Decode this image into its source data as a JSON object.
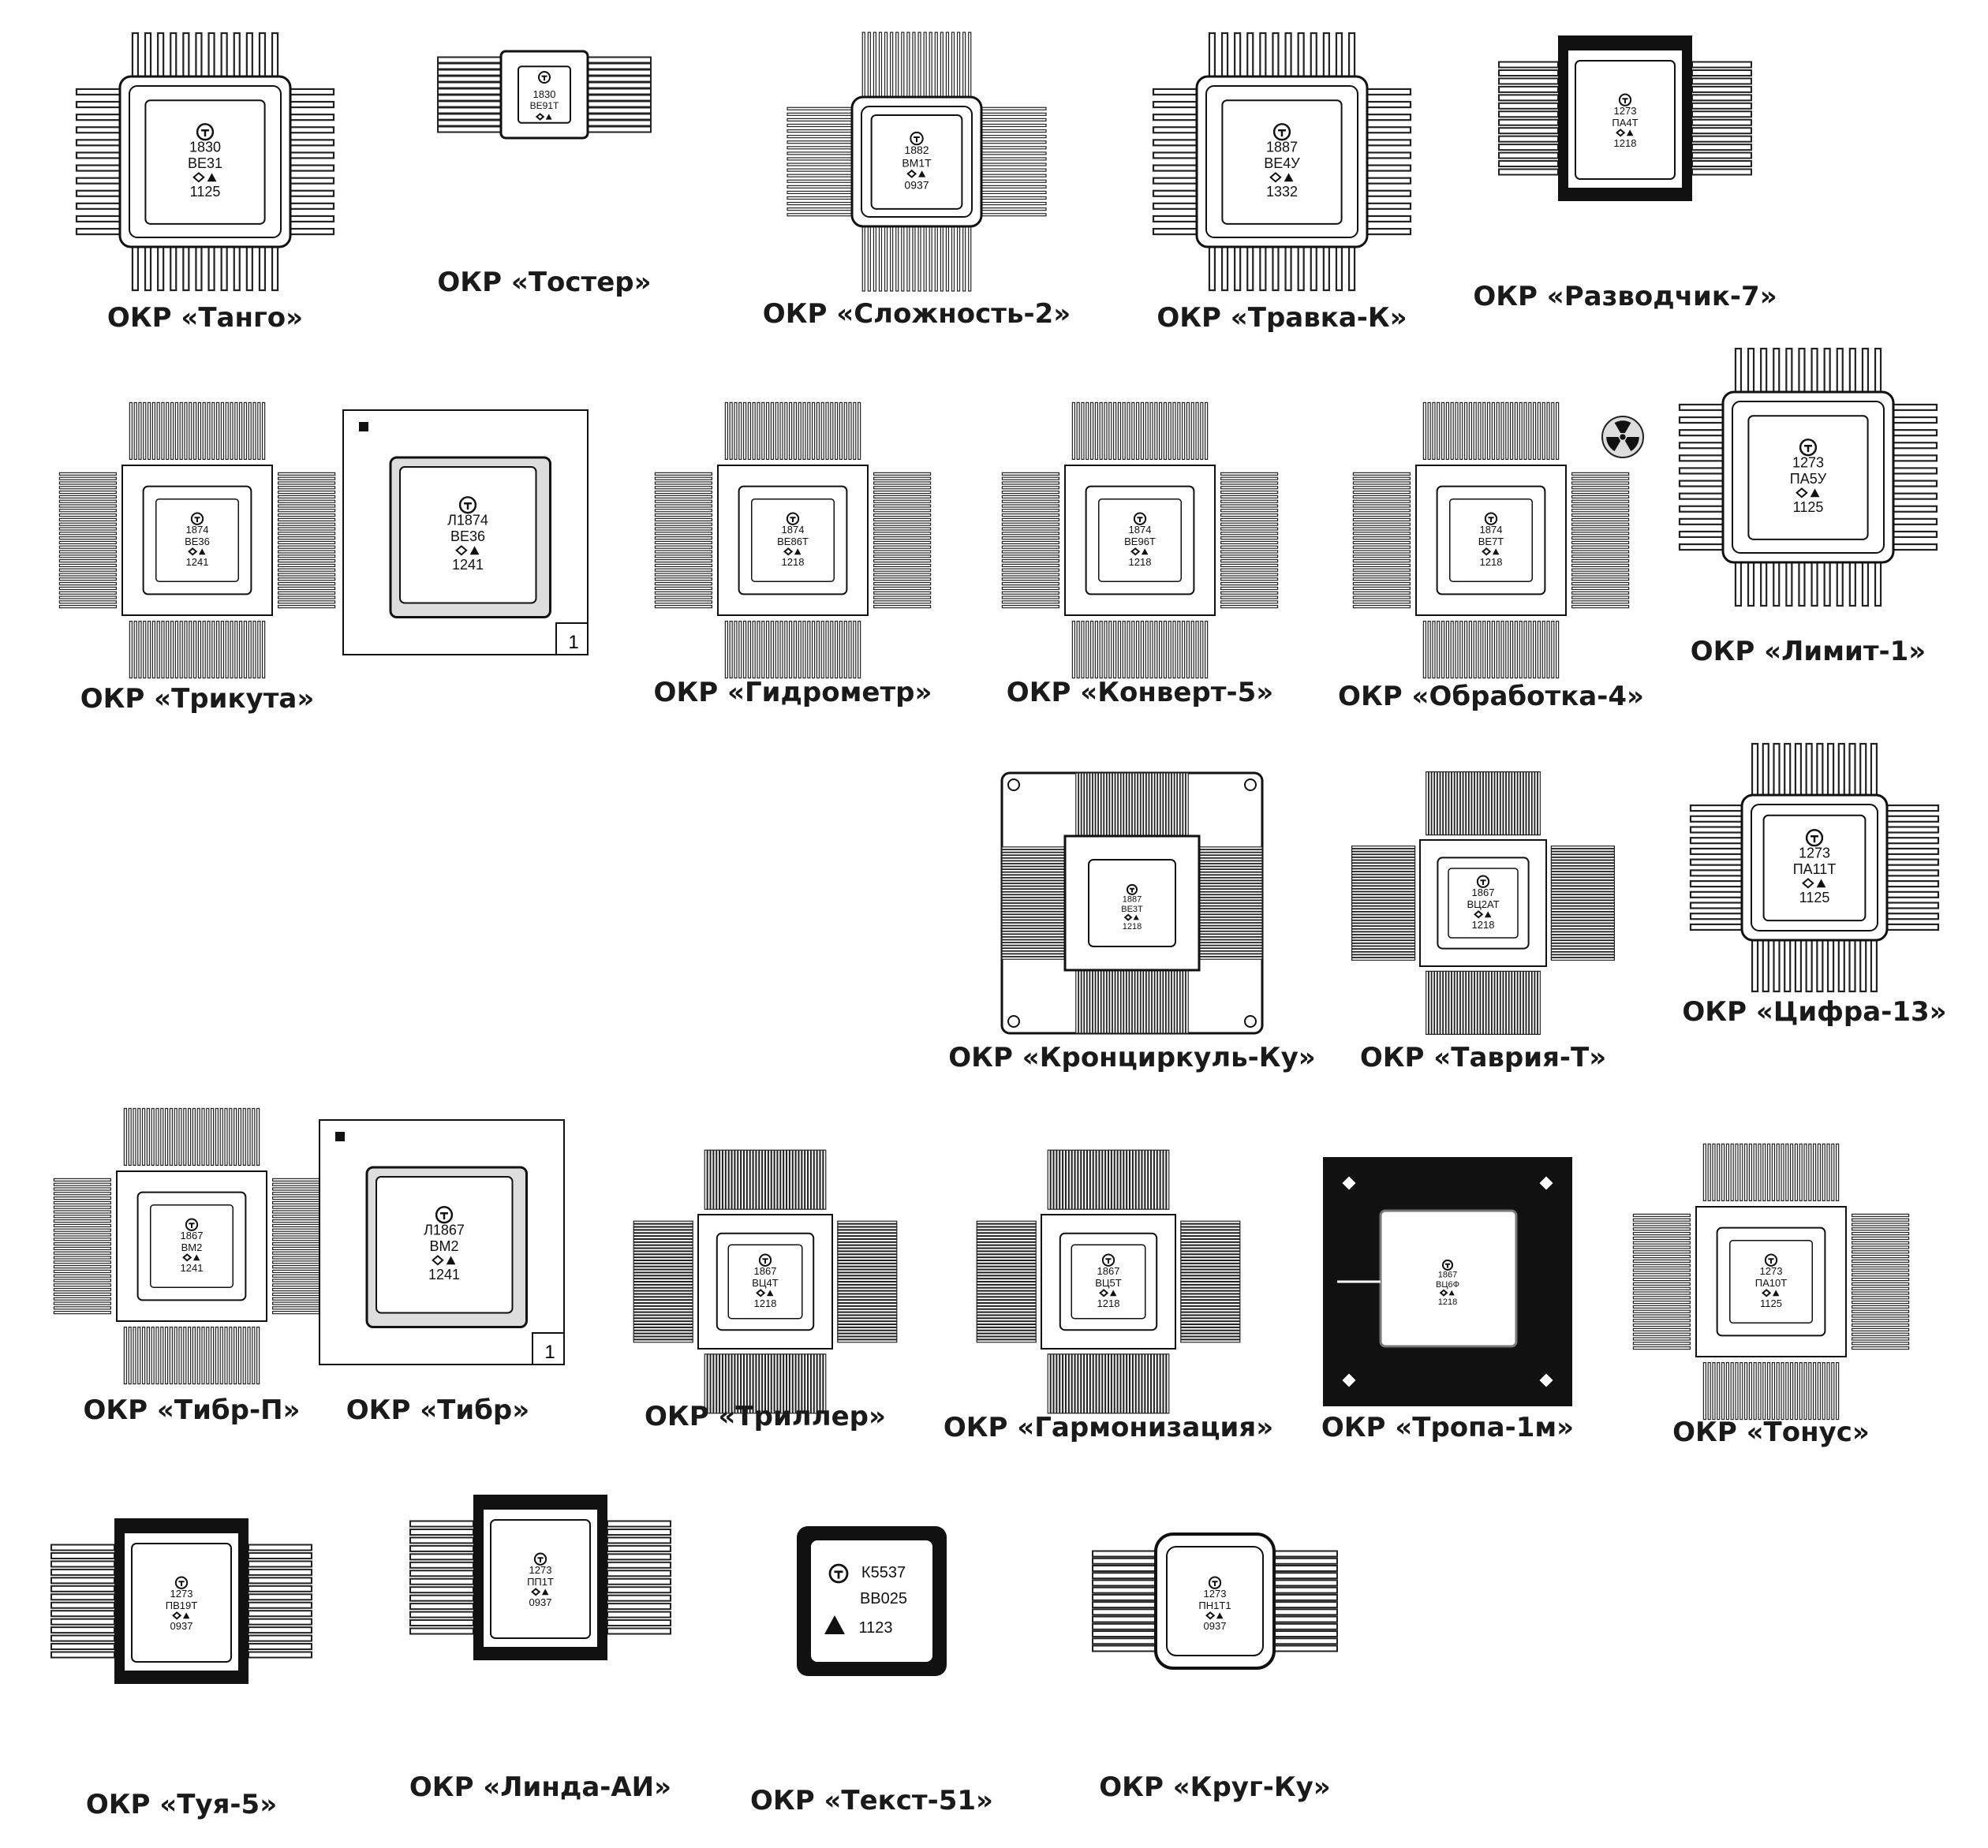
{
  "sheet": {
    "title": "",
    "background": "#ffffff",
    "ink": "#111111"
  },
  "chips": [
    {
      "id": "tango",
      "label": "ОКР «Танго»",
      "marking": [
        "1830",
        "ВЕ31",
        "1125"
      ],
      "package": "qfp-plain",
      "logo": "manufacturer-logo"
    },
    {
      "id": "toster",
      "label": "ОКР «Тостер»",
      "marking": [
        "1830",
        "ВЕ91Т"
      ],
      "package": "flatpack-small",
      "logo": "manufacturer-logo"
    },
    {
      "id": "slozhnost2",
      "label": "ОКР «Сложность-2»",
      "marking": [
        "1882",
        "ВМ1Т",
        "0937"
      ],
      "package": "qfp-dense",
      "logo": "manufacturer-logo"
    },
    {
      "id": "travkak",
      "label": "ОКР «Травка-К»",
      "marking": [
        "1887",
        "ВЕ4У",
        "1332"
      ],
      "package": "qfp-plain",
      "logo": "manufacturer-logo"
    },
    {
      "id": "razvodchik7",
      "label": "ОКР «Разводчик-7»",
      "marking": [
        "1273",
        "ПА4Т",
        "1218"
      ],
      "package": "flatpack-black",
      "logo": "manufacturer-logo"
    },
    {
      "id": "trikuta",
      "label": "ОКР «Трикута»",
      "marking": [
        "1874",
        "ВЕ36",
        "1241"
      ],
      "package": "qfp-fine",
      "logo": "manufacturer-logo"
    },
    {
      "id": "trikuta-die",
      "label": "",
      "marking": [
        "Л1874",
        "ВЕ36",
        "1241"
      ],
      "package": "die-frame",
      "pin_number": "1",
      "logo": "manufacturer-logo"
    },
    {
      "id": "gidrometr",
      "label": "ОКР «Гидрометр»",
      "marking": [
        "1874",
        "ВЕ86Т",
        "1218"
      ],
      "package": "qfp-fine",
      "logo": "manufacturer-logo"
    },
    {
      "id": "konvert5",
      "label": "ОКР «Конверт-5»",
      "marking": [
        "1874",
        "ВЕ96Т",
        "1218"
      ],
      "package": "qfp-fine",
      "logo": "manufacturer-logo"
    },
    {
      "id": "obrabotka4",
      "label": "ОКР «Обработка-4»",
      "marking": [
        "1874",
        "ВЕ7Т",
        "1218"
      ],
      "package": "qfp-fine",
      "rad_hard": true,
      "logo": "manufacturer-logo"
    },
    {
      "id": "limit1",
      "label": "ОКР «Лимит-1»",
      "marking": [
        "1273",
        "ПА5У",
        "1125"
      ],
      "package": "qfp-plain",
      "logo": "manufacturer-logo"
    },
    {
      "id": "krontsirkul",
      "label": "ОКР «Кронциркуль-Ку»",
      "marking": [
        "1887",
        "ВЕ3Т",
        "1218"
      ],
      "package": "carrier-frame",
      "logo": "manufacturer-logo"
    },
    {
      "id": "tavriya",
      "label": "ОКР «Таврия-Т»",
      "marking": [
        "1867",
        "ВЦ2АТ",
        "1218"
      ],
      "package": "qfp-hair",
      "logo": "manufacturer-logo"
    },
    {
      "id": "tsifra13",
      "label": "ОКР «Цифра-13»",
      "marking": [
        "1273",
        "ПА11Т",
        "1125"
      ],
      "package": "qfp-plain",
      "rad_hard": true,
      "logo": "manufacturer-logo"
    },
    {
      "id": "tibrp",
      "label": "ОКР «Тибр-П»",
      "marking": [
        "1867",
        "ВМ2",
        "1241"
      ],
      "package": "qfp-fine",
      "logo": "manufacturer-logo"
    },
    {
      "id": "tibr",
      "label": "ОКР «Тибр»",
      "marking": [
        "Л1867",
        "ВМ2",
        "1241"
      ],
      "package": "die-frame",
      "pin_number": "1",
      "logo": "manufacturer-logo"
    },
    {
      "id": "triller",
      "label": "ОКР «Триллер»",
      "marking": [
        "1867",
        "ВЦ4Т",
        "1218"
      ],
      "package": "qfp-hair",
      "logo": "manufacturer-logo"
    },
    {
      "id": "garmonizatsiya",
      "label": "ОКР «Гармонизация»",
      "marking": [
        "1867",
        "ВЦ5Т",
        "1218"
      ],
      "package": "qfp-hair",
      "logo": "manufacturer-logo"
    },
    {
      "id": "tropa1m",
      "label": "ОКР «Тропа-1м»",
      "marking": [
        "1867",
        "ВЦ6Ф",
        "1218"
      ],
      "package": "black-board",
      "logo": "manufacturer-logo"
    },
    {
      "id": "tonus",
      "label": "ОКР «Тонус»",
      "marking": [
        "1273",
        "ПА10Т",
        "1125"
      ],
      "package": "qfp-fine",
      "logo": "manufacturer-logo"
    },
    {
      "id": "tuya5",
      "label": "ОКР «Туя-5»",
      "marking": [
        "1273",
        "ПВ19Т",
        "0937"
      ],
      "package": "flatpack-black",
      "logo": "manufacturer-logo"
    },
    {
      "id": "lindaai",
      "label": "ОКР «Линда-АИ»",
      "marking": [
        "1273",
        "ПП1Т",
        "0937"
      ],
      "package": "flatpack-black",
      "logo": "manufacturer-logo"
    },
    {
      "id": "tekst51",
      "label": "ОКР «Текст-51»",
      "marking": [
        "К5537",
        "ВВ025",
        "1123"
      ],
      "package": "lcc",
      "logo": "manufacturer-logo"
    },
    {
      "id": "krugku",
      "label": "ОКР «Круг-Ку»",
      "marking": [
        "1273",
        "ПН1Т1",
        "0937"
      ],
      "package": "flatpack-round",
      "logo": "manufacturer-logo"
    }
  ]
}
